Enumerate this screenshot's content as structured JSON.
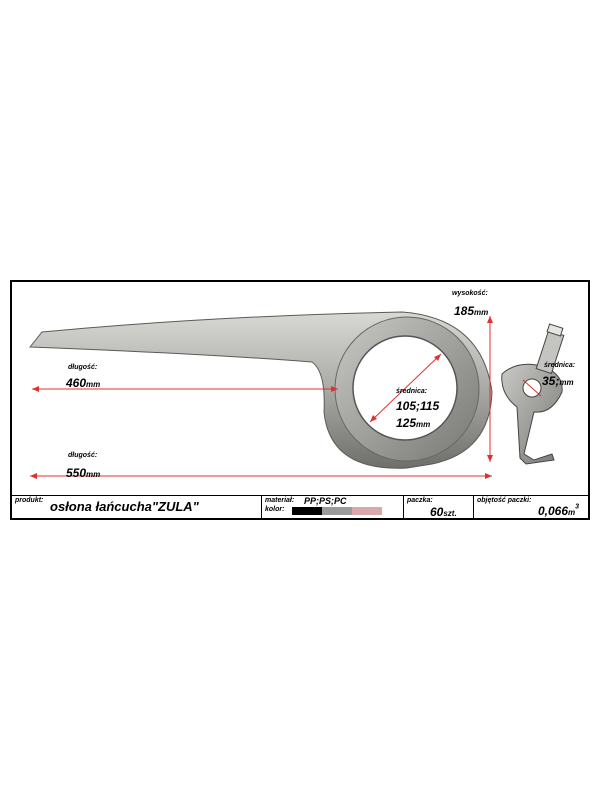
{
  "dimensions": {
    "height_label": "wysokość:",
    "height_value": "185",
    "height_unit": "mm",
    "length1_label": "długość:",
    "length1_value": "460",
    "length1_unit": "mm",
    "diameter_label": "średnica:",
    "diameter_value1": "105;115",
    "diameter_value2": "125",
    "diameter_unit": "mm",
    "length2_label": "długość:",
    "length2_value": "550",
    "length2_unit": "mm",
    "mount_label": "średnica:",
    "mount_value": "35;",
    "mount_unit": "mm"
  },
  "product": {
    "label": "produkt:",
    "name": "osłona łańcucha\"ZULA\"",
    "material_label": "materiał:",
    "material_value": "PP;PS;PC",
    "color_label": "kolor:",
    "colors": [
      "#000000",
      "#9a9a9a",
      "#d9a8a8"
    ],
    "pack_label": "paczka:",
    "pack_value": "60",
    "pack_unit": "szt.",
    "volume_label": "objętość paczki:",
    "volume_value": "0,066",
    "volume_unit": "m",
    "volume_exp": "3"
  },
  "accent_color": "#e03030"
}
